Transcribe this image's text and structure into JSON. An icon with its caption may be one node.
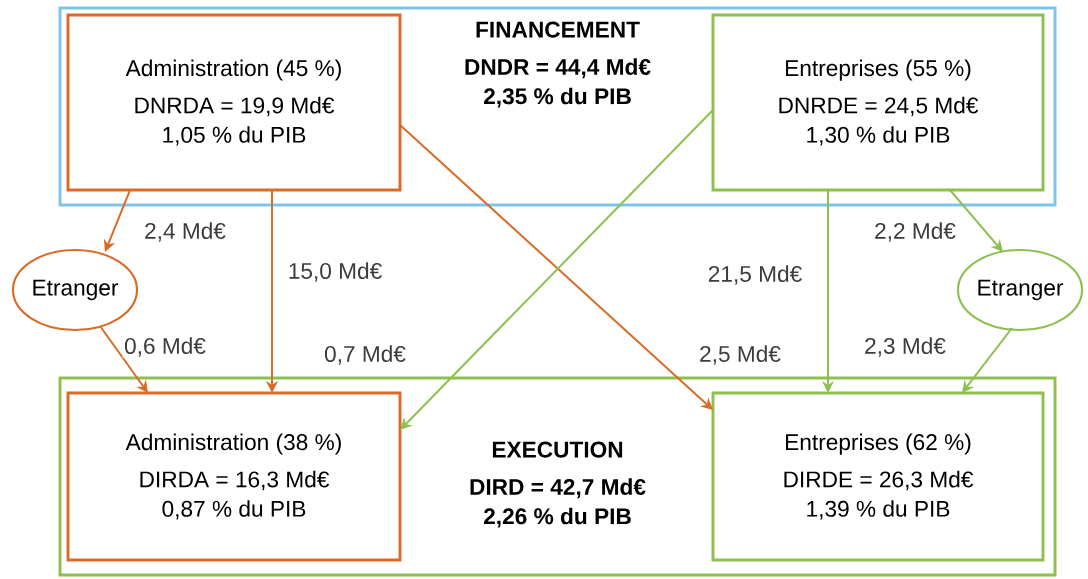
{
  "diagram": {
    "nodes": [
      {
        "text": [
          "FINANCEMENT",
          "DNDR = 44,4 Md€",
          "2,35 % du PIB"
        ]
      },
      {
        "text": [
          "Administration (45 %)",
          "DNRDA = 19,9 Md€",
          "1,05 % du PIB"
        ],
        "in": 0
      },
      {
        "text": [
          "Entreprises (55 %)",
          "DNRDE = 24,5 Md€",
          "1,30 % du PIB"
        ],
        "in": 0
      },
      {
        "text": [
          "Etranger"
        ]
      },
      {
        "text": [
          "Etranger"
        ]
      },
      {
        "text": [
          "EXECUTION",
          "DIRD = 42,7 Md€",
          "2,26 % du PIB"
        ]
      },
      {
        "text": [
          "Administration (38 %)",
          "DIRDA = 16,3 Md€",
          "0,87 % du PIB"
        ],
        "in": 5
      },
      {
        "text": [
          "Entreprises (62 %)",
          "DIRDE = 26,3 Md€",
          "1,39 % du PIB"
        ],
        "in": 5
      }
    ],
    "edges": [
      {
        "from": 1,
        "to": 3,
        "arrow": "to",
        "label": "2,4 Md€",
        "color": "#d96b27"
      },
      {
        "from": 3,
        "to": 6,
        "arrow": "to",
        "label": "0,6 Md€",
        "color": "#d96b27"
      },
      {
        "from": 1,
        "to": 6,
        "arrow": "to",
        "label": "15,0 Md€",
        "color": "#d96b27"
      },
      {
        "from": 1,
        "to": 7,
        "arrow": "to",
        "label": "2,5 Md€",
        "color": "#d96b27"
      },
      {
        "from": 2,
        "to": 6,
        "arrow": "to",
        "label": "0,7 Md€",
        "color": "#8dc04f"
      },
      {
        "from": 2,
        "to": 7,
        "arrow": "to",
        "label": "21,5 Md€",
        "color": "#8dc04f"
      },
      {
        "from": 2,
        "to": 4,
        "arrow": "to",
        "label": "2,2 Md€",
        "color": "#8dc04f"
      },
      {
        "from": 4,
        "to": 7,
        "arrow": "to",
        "label": "2,3 Md€",
        "color": "#8dc04f"
      }
    ]
  }
}
